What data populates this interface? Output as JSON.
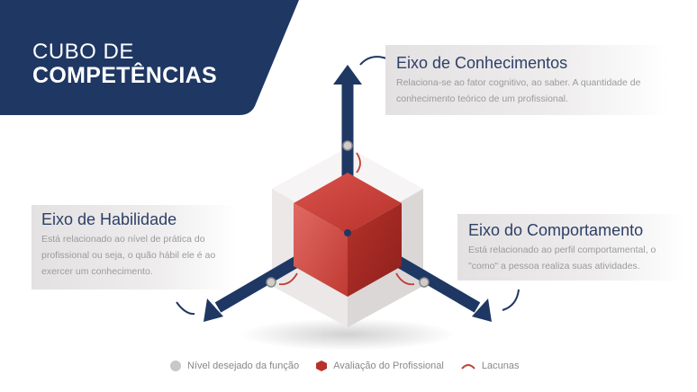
{
  "title": {
    "line1": "CUBO DE",
    "line2": "COMPETÊNCIAS"
  },
  "axes": [
    {
      "title": "Eixo de Conhecimentos",
      "description": "Relaciona-se ao fator cognitivo, ao saber. A quantidade de conhecimento teórico de um profissional."
    },
    {
      "title": "Eixo de Habilidade",
      "description": "Está relacionado ao nível de prática do profissional ou seja, o quão hábil ele é ao exercer um conhecimento."
    },
    {
      "title": "Eixo do Comportamento",
      "description": "Está relacionado ao perfil comportamental, o \"como\" a pessoa realiza suas atividades."
    }
  ],
  "legend": [
    {
      "label": "Nível desejado da função",
      "color": "#c8c8c8"
    },
    {
      "label": "Avaliação do Profissional",
      "color": "#b8322c"
    },
    {
      "label": "Lacunas",
      "color": "#c0403a"
    }
  ],
  "colors": {
    "navy": "#1f3763",
    "red": "#c23a33",
    "grey": "#e6e2e2"
  }
}
